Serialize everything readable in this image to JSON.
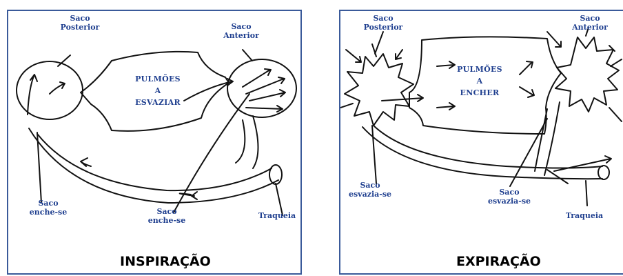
{
  "inspiracao": {
    "caption": "INSPIRAÇÃO",
    "saco_posterior": [
      "Saco",
      "Posterior"
    ],
    "saco_anterior": [
      "Saco",
      "Anterior"
    ],
    "pulmoes": [
      "PULMÕES",
      "A",
      "ESVAZIAR"
    ],
    "saco_enche_left": [
      "Saco",
      "enche-se"
    ],
    "saco_enche_mid": [
      "Saco",
      "enche-se"
    ],
    "traqueia": "Traqueia"
  },
  "expiracao": {
    "caption": "EXPIRAÇÃO",
    "saco_posterior": [
      "Saco",
      "Posterior"
    ],
    "saco_anterior": [
      "Saco",
      "Anterior"
    ],
    "pulmoes": [
      "PULMÕES",
      "A",
      "ENCHER"
    ],
    "saco_esvazia_left": [
      "Saco",
      "esvazia-se"
    ],
    "saco_esvazia_mid": [
      "Saco",
      "esvazia-se"
    ],
    "traqueia": "Traqueia"
  },
  "colors": {
    "border": "#3a5a9a",
    "label": "#1f3f8f",
    "ink": "#111111"
  }
}
